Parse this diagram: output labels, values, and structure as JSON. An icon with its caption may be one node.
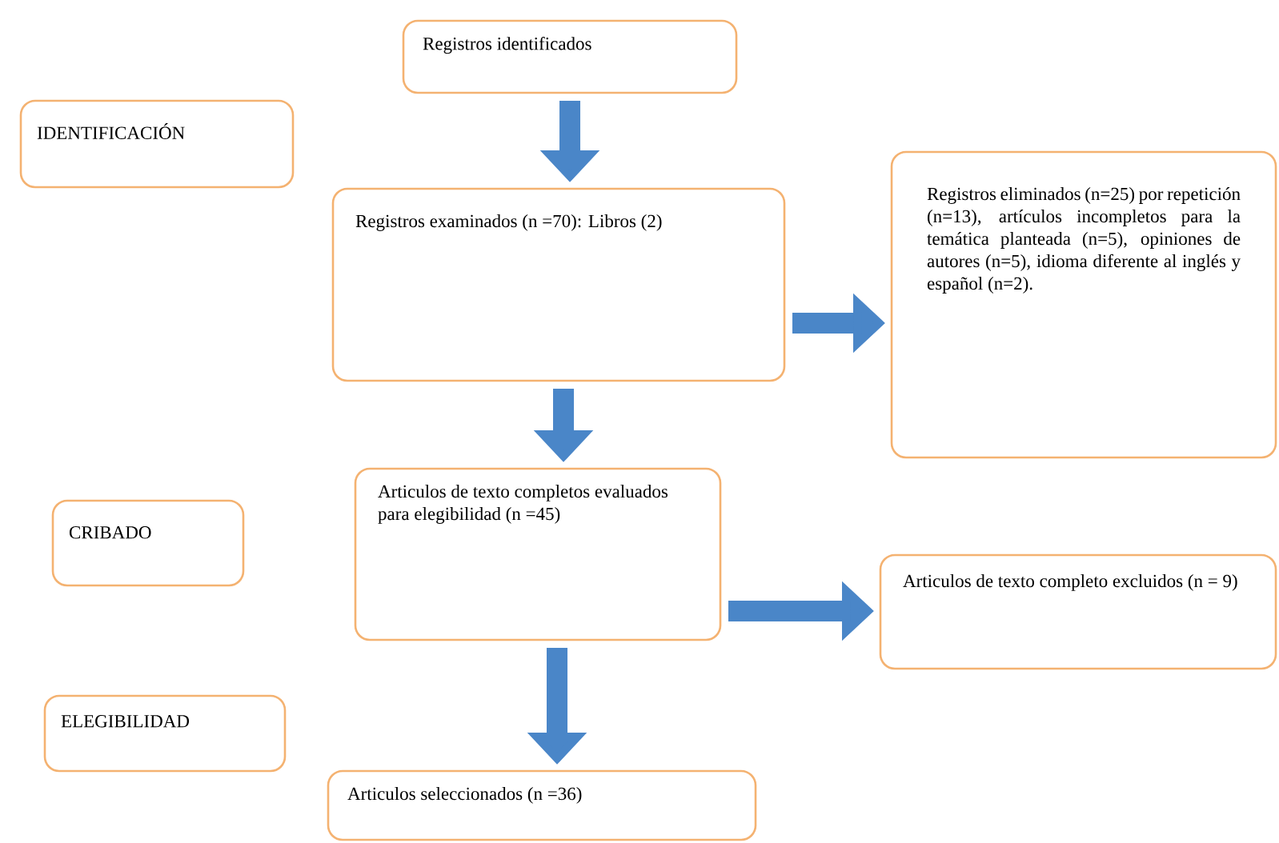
{
  "diagram": {
    "nodes": [
      {
        "text": [
          "IDENTIFICACIÓN"
        ]
      },
      {
        "text": [
          "Registros identificados"
        ]
      },
      {
        "text": [
          "Registros examinados (n =70): Libros (2)"
        ]
      },
      {
        "text": [
          "Registros eliminados (n=25) por repetición (n=13), artículos incompletos para la temática planteada (n=5), opiniones de autores (n=5), idioma diferente al inglés y español (n=2)."
        ]
      },
      {
        "text": [
          "CRIBADO"
        ]
      },
      {
        "text": [
          "Articulos de texto completos evaluados para elegibilidad (n =45)"
        ]
      },
      {
        "text": [
          "Articulos de texto completo excluidos (n = 9)"
        ]
      },
      {
        "text": [
          "ELEGIBILIDAD"
        ]
      },
      {
        "text": [
          "Articulos seleccionados (n =36)"
        ]
      }
    ],
    "edges": [
      {
        "from": 1,
        "to": 2,
        "arrow": "to"
      },
      {
        "from": 2,
        "to": 3,
        "arrow": "to"
      },
      {
        "from": 2,
        "to": 5,
        "arrow": "to"
      },
      {
        "from": 5,
        "to": 6,
        "arrow": "to"
      },
      {
        "from": 5,
        "to": 8,
        "arrow": "to"
      }
    ]
  }
}
